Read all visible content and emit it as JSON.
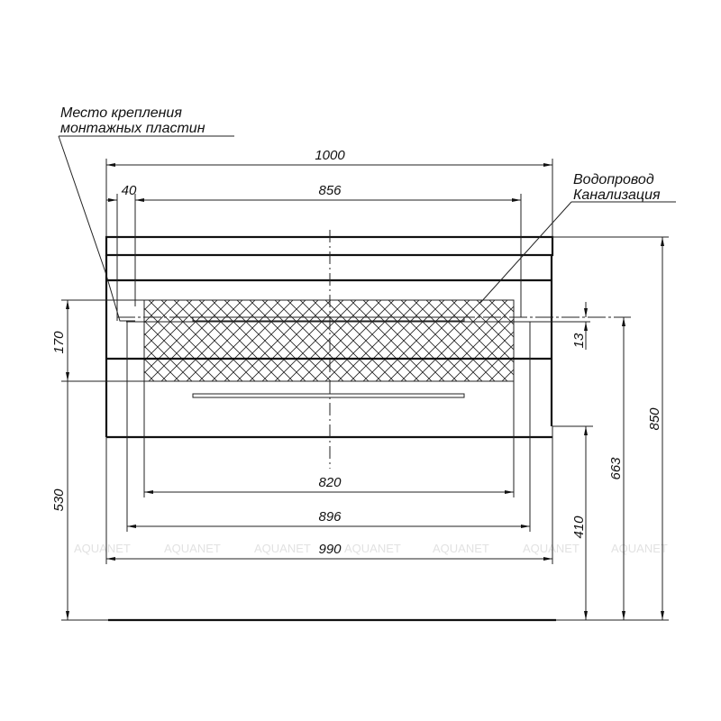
{
  "labels": {
    "mounting": [
      "Место крепления",
      "монтажных пластин"
    ],
    "pipes": [
      "Водопровод",
      "Канализация"
    ]
  },
  "dimensions": {
    "width_total": "1000",
    "offset_left": "40",
    "inner_856": "856",
    "drawer_820": "820",
    "width_896": "896",
    "width_990": "990",
    "height_170": "170",
    "height_530": "530",
    "height_13": "13",
    "height_410": "410",
    "height_663": "663",
    "height_850": "850"
  },
  "watermark": "AQUANET",
  "colors": {
    "line": "#111111",
    "watermark": "#e2e2e2"
  }
}
